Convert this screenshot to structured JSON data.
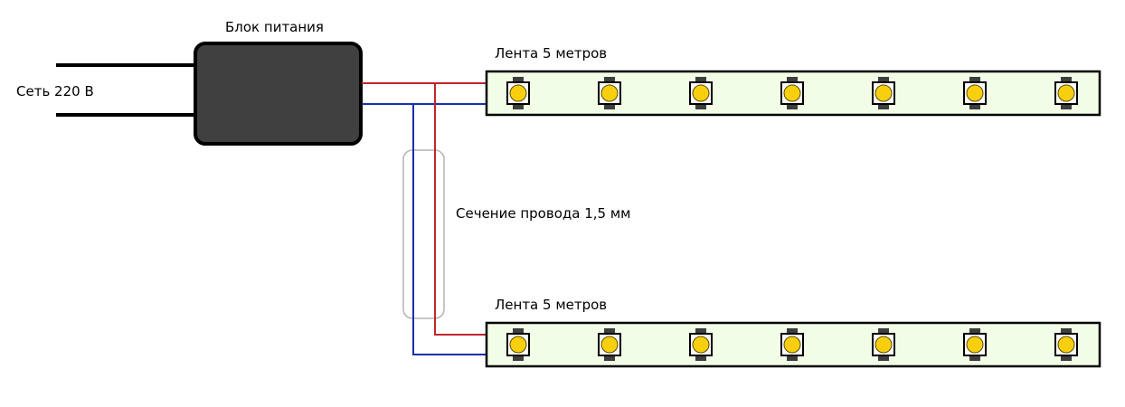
{
  "labels": {
    "mains": "Сеть 220 В",
    "power_supply": "Блок питания",
    "strip_top": "Лента 5 метров",
    "strip_bottom": "Лента 5 метров",
    "wire_section": "Сечение провода 1,5 мм"
  },
  "colors": {
    "psu_fill": "#404040",
    "positive_wire": "#c0262c",
    "negative_wire": "#1a2fb0",
    "strip_fill": "#f1fde6",
    "led_fill": "#f7cf0f",
    "led_pad": "#3e3e3e",
    "sheath": "#b4b4b4"
  },
  "strips": [
    {
      "name": "strip-top",
      "led_count": 7
    },
    {
      "name": "strip-bottom",
      "led_count": 7
    }
  ]
}
